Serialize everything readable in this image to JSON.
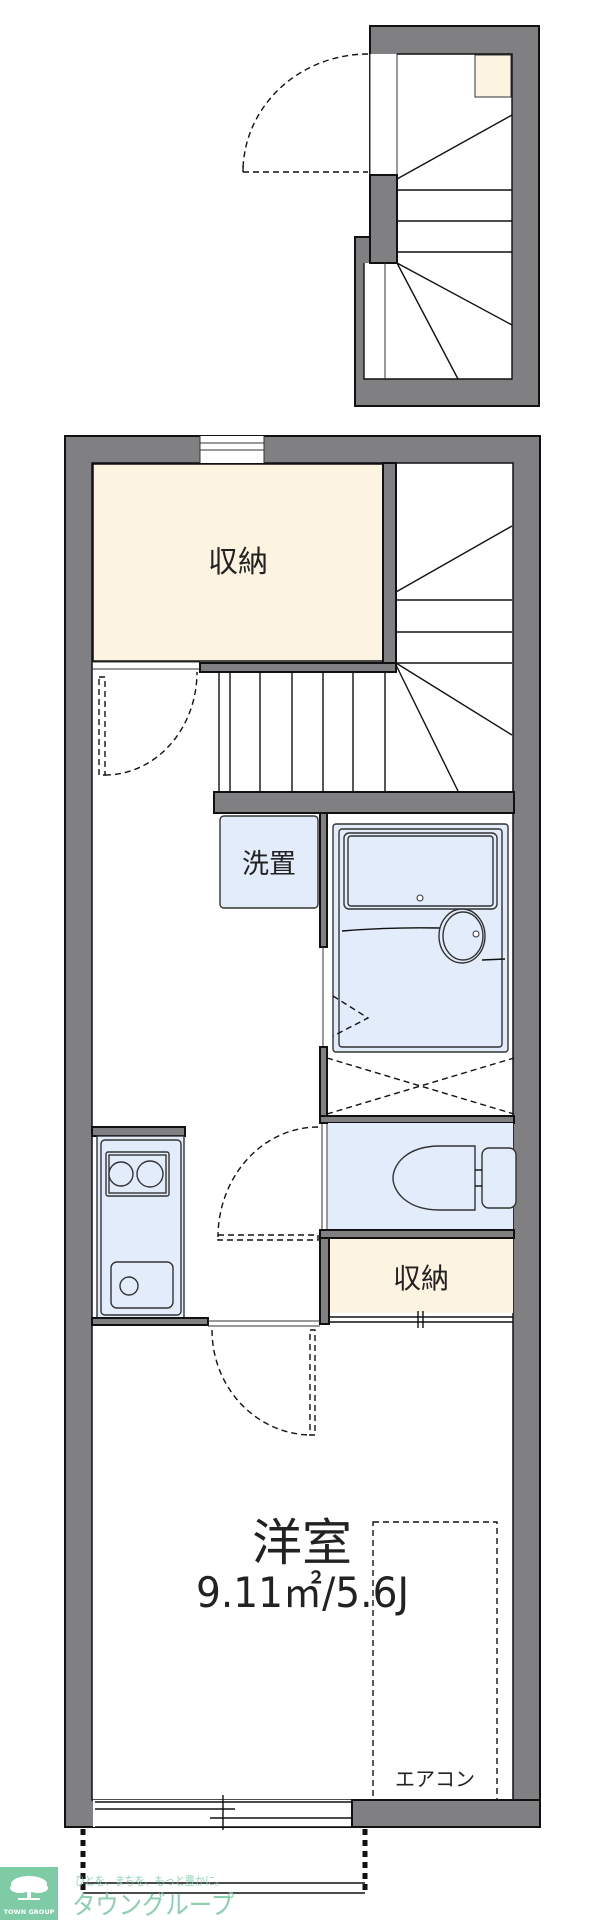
{
  "floorplan": {
    "rooms": {
      "storage_upper": "収納",
      "washer": "洗置",
      "storage_lower": "収納",
      "western_room": "洋室",
      "western_room_area": "9.11㎡/5.6J",
      "air_conditioner": "エアコン"
    },
    "colors": {
      "wall": "#808083",
      "storage": "#fdf3e1",
      "wet_area": "#e3ecfa",
      "brand": "#7ecba5"
    }
  },
  "logo": {
    "badge_text": "TOWN GROUP",
    "tagline": "ひとを、まちを、もっと豊かに。",
    "name": "タウングループ"
  }
}
